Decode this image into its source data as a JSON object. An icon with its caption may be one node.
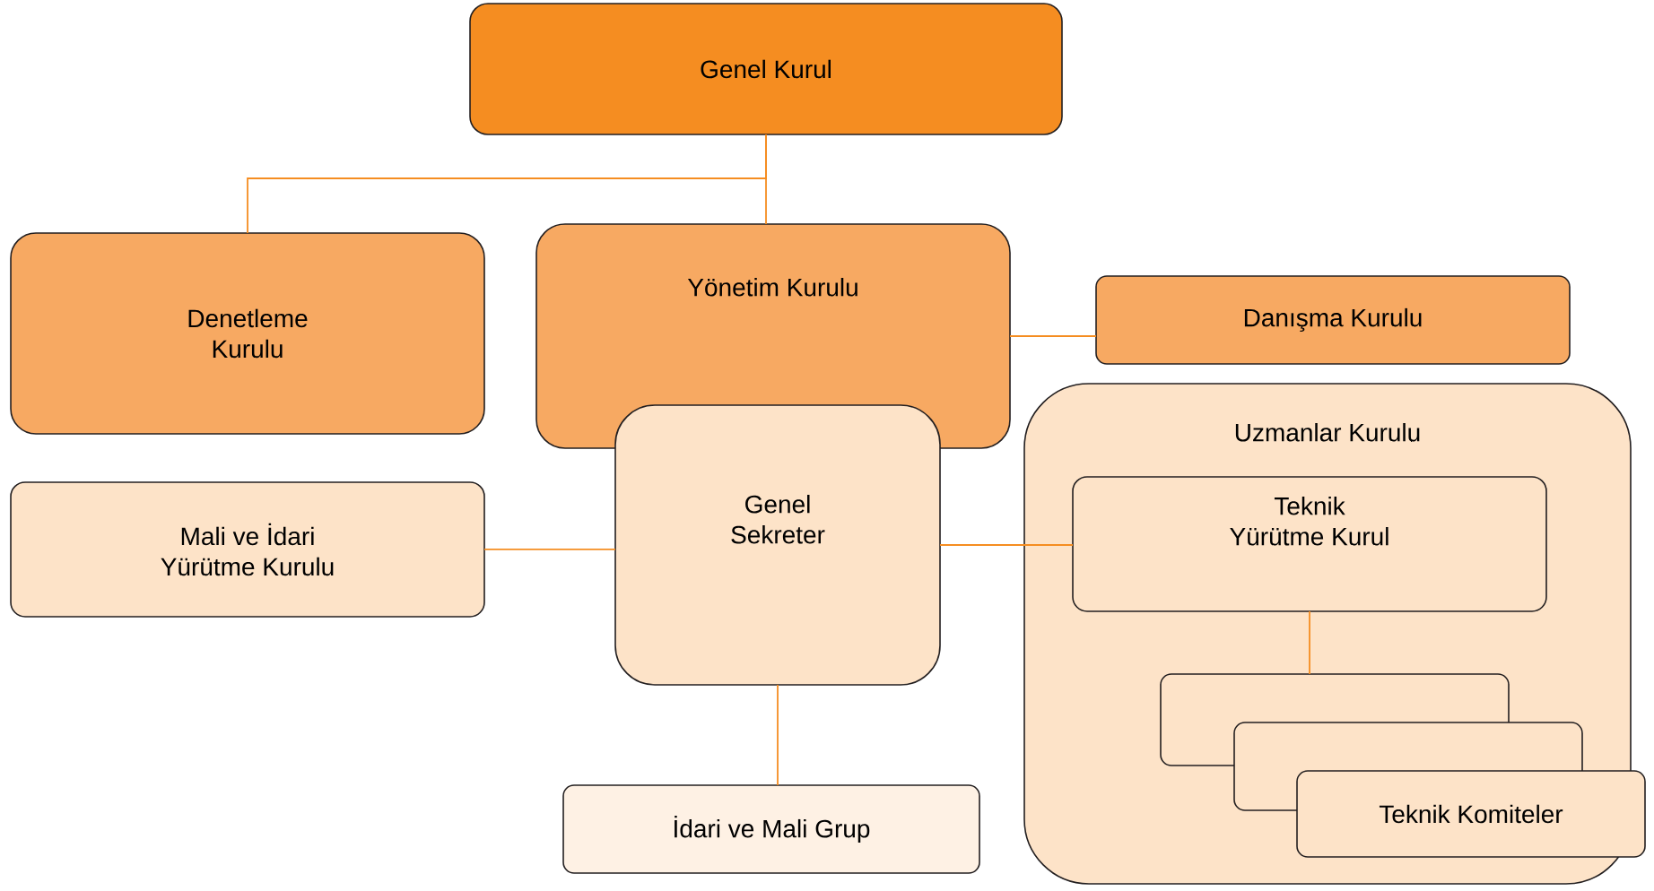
{
  "diagram": {
    "nodes": [
      {
        "text": [
          "Genel Kurul"
        ]
      },
      {
        "text": [
          "Denetleme Kurulu"
        ]
      },
      {
        "text": [
          "Yönetim Kurulu"
        ]
      },
      {
        "text": [
          "Danışma Kurulu"
        ]
      },
      {
        "text": [
          "Mali ve İdari Yürütme Kurulu"
        ]
      },
      {
        "text": [
          "Genel Sekreter"
        ]
      },
      {
        "text": [
          "Uzmanlar Kurulu"
        ]
      },
      {
        "text": [
          "Teknik Yürütme Kurul"
        ],
        "in": 6
      },
      {
        "text": [],
        "shape": "box",
        "in": 6
      },
      {
        "text": [],
        "shape": "box",
        "in": 6
      },
      {
        "text": [
          "Teknik Komiteler"
        ],
        "in": 6
      },
      {
        "text": [
          "İdari ve Mali Grup"
        ]
      }
    ],
    "edges": [
      {
        "from": 0,
        "to": 1,
        "arrow": "none"
      },
      {
        "from": 0,
        "to": 2,
        "arrow": "none"
      },
      {
        "from": 2,
        "to": 3,
        "arrow": "none"
      },
      {
        "from": 4,
        "to": 5,
        "arrow": "none"
      },
      {
        "from": 5,
        "to": 7,
        "arrow": "none"
      },
      {
        "from": 7,
        "to": 8,
        "arrow": "none"
      },
      {
        "from": 5,
        "to": 11,
        "arrow": "none"
      }
    ]
  }
}
